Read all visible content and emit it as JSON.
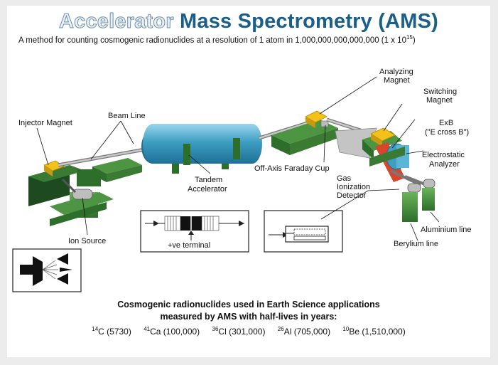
{
  "title": {
    "part1": "Accelerator",
    "part2": "Mass Spectrometry (AMS)"
  },
  "subtitle": {
    "text": "A method for counting cosmogenic radionuclides at a resolution of 1 atom in 1,000,000,000,000,000 (1 x 10",
    "exponent": "15",
    "close": ")"
  },
  "labels": {
    "injector_magnet": "Injector Magnet",
    "beam_line": "Beam Line",
    "tandem_line1": "Tandem",
    "tandem_line2": "Accelerator",
    "ion_source": "Ion Source",
    "analyzing_line1": "Analyzing",
    "analyzing_line2": "Magnet",
    "switching_line1": "Switching",
    "switching_line2": "Magnet",
    "exb_line1": "ExB",
    "exb_line2": "(\"E cross B\")",
    "electrostatic_line1": "Electrostatic",
    "electrostatic_line2": "Analyzer",
    "faraday_cup": "Off-Axis Faraday Cup",
    "gas_line1": "Gas",
    "gas_line2": "Ionization",
    "gas_line3": "Detector",
    "aluminium_line": "Aluminium line",
    "beryllium_line": "Berylium line",
    "terminal": "+ve terminal"
  },
  "footer": {
    "line1": "Cosmogenic radionuclides used in Earth Science applications",
    "line2": "measured by AMS with half-lives in years:"
  },
  "isotopes": [
    {
      "mass": "14",
      "symbol": "C",
      "halflife": " (5730)"
    },
    {
      "mass": "41",
      "symbol": "Ca",
      "halflife": " (100,000)"
    },
    {
      "mass": "36",
      "symbol": "Cl",
      "halflife": " (301,000)"
    },
    {
      "mass": "26",
      "symbol": "Al",
      "halflife": " (705,000)"
    },
    {
      "mass": "10",
      "symbol": "Be",
      "halflife": " (1,510,000)"
    }
  ],
  "colors": {
    "title": "#1a5f8a",
    "equipment_green": "#3f8a3a",
    "tank_blue": "#3f9fc3",
    "magnet_yellow": "#f2c21b",
    "detector_red": "#d8452a",
    "beamline_gray": "#a7a7a7"
  }
}
